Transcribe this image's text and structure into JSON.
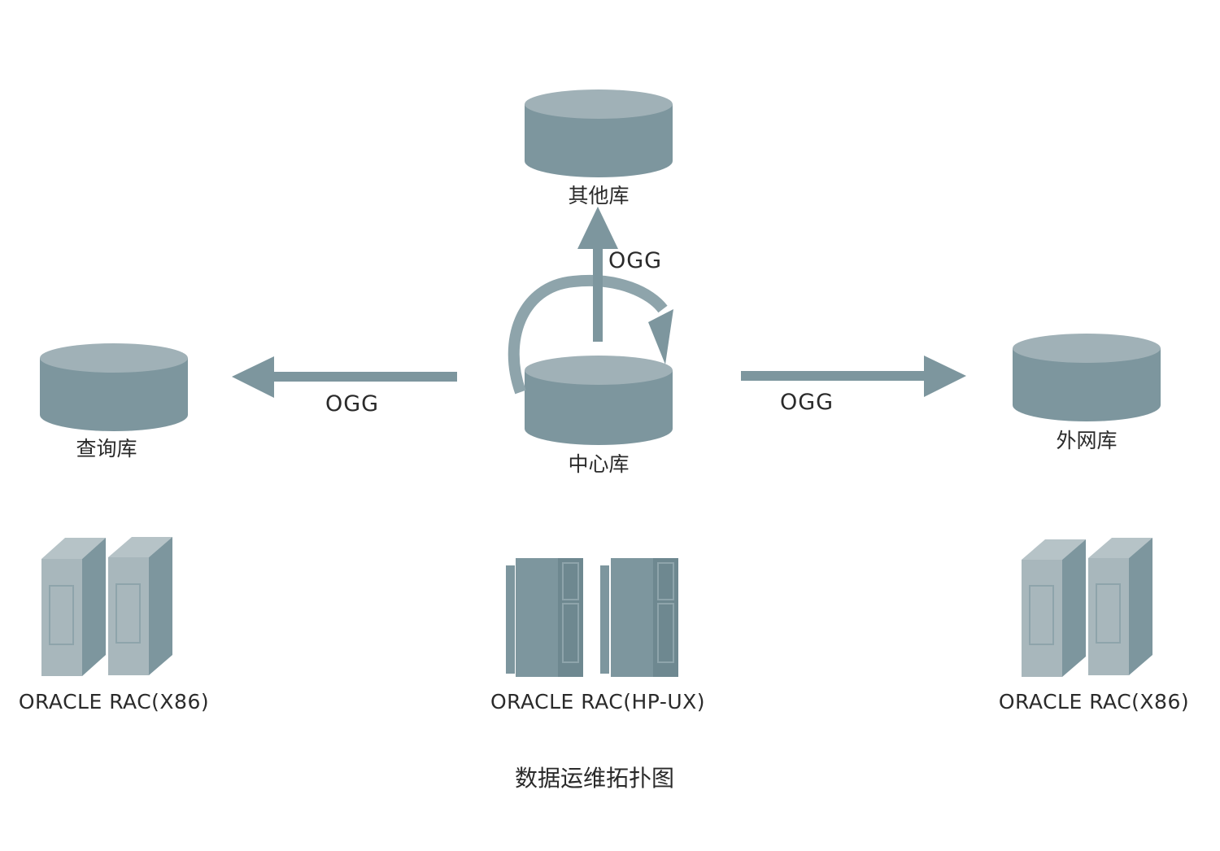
{
  "colors": {
    "body": "#7d969e",
    "top": "#a0b1b7",
    "light": "#a8b7bc",
    "dark": "#6e8890",
    "stroke": "#8ea4ab"
  },
  "databases": {
    "other": "其他库",
    "center": "中心库",
    "query": "查询库",
    "extranet": "外网库"
  },
  "links": {
    "up": "OGG",
    "left": "OGG",
    "right": "OGG"
  },
  "servers": {
    "left": "ORACLE RAC(X86)",
    "center": "ORACLE RAC(HP-UX)",
    "right": "ORACLE RAC(X86)"
  },
  "title": "数据运维拓扑图"
}
